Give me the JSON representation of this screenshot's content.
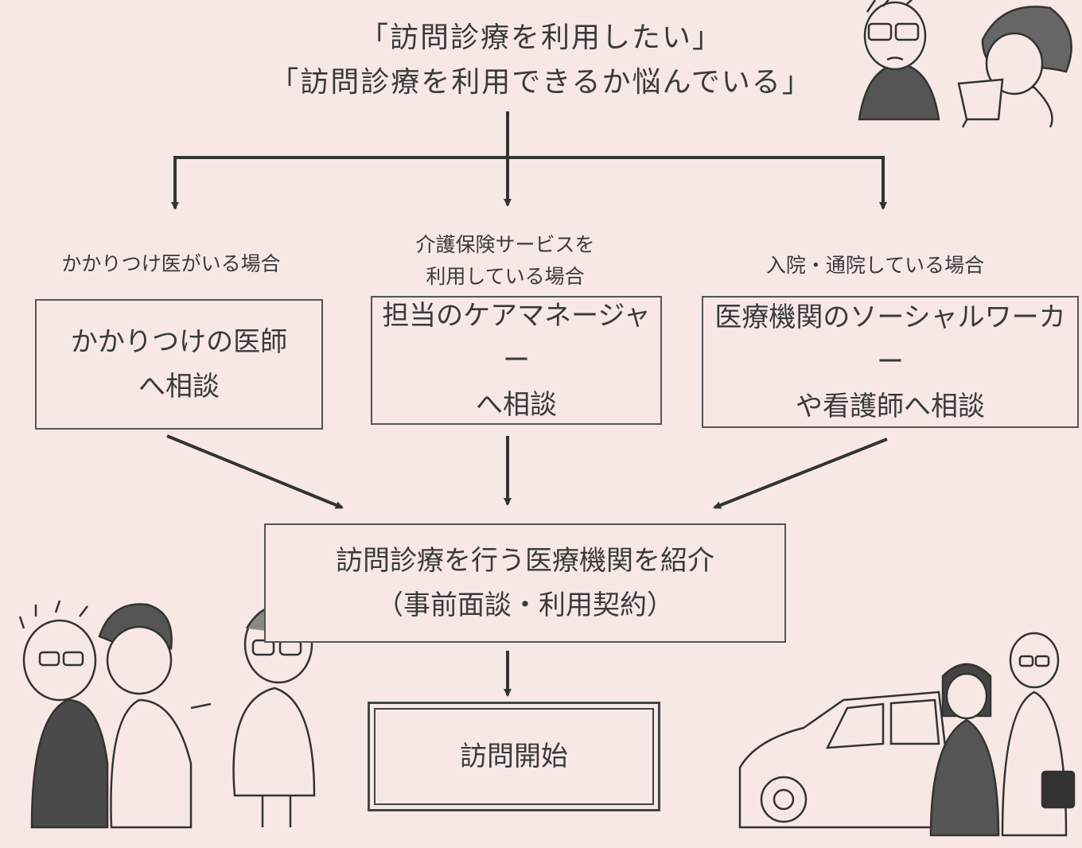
{
  "header": {
    "line1": "「訪問診療を利用したい」",
    "line2": "「訪問診療を利用できるか悩んでいる」"
  },
  "conditions": [
    {
      "lines": [
        "かかりつけ医がいる場合"
      ]
    },
    {
      "lines": [
        "介護保険サービスを",
        "利用している場合"
      ]
    },
    {
      "lines": [
        "入院・通院している場合"
      ]
    }
  ],
  "consult_boxes": [
    {
      "lines": [
        "かかりつけの医師",
        "へ相談"
      ]
    },
    {
      "lines": [
        "担当のケアマネージャー",
        "へ相談"
      ]
    },
    {
      "lines": [
        "医療機関のソーシャルワーカー",
        "や看護師へ相談"
      ]
    }
  ],
  "intro_box": {
    "lines": [
      "訪問診療を行う医療機関を紹介",
      "（事前面談・利用契約）"
    ]
  },
  "start_box": {
    "label": "訪問開始"
  },
  "colors": {
    "background": "#f7e8e6",
    "line": "#333333",
    "text": "#3a3a3a"
  },
  "illustrations": [
    "couple-illustration",
    "patients-and-doctor-illustration",
    "car-and-visiting-team-illustration"
  ]
}
